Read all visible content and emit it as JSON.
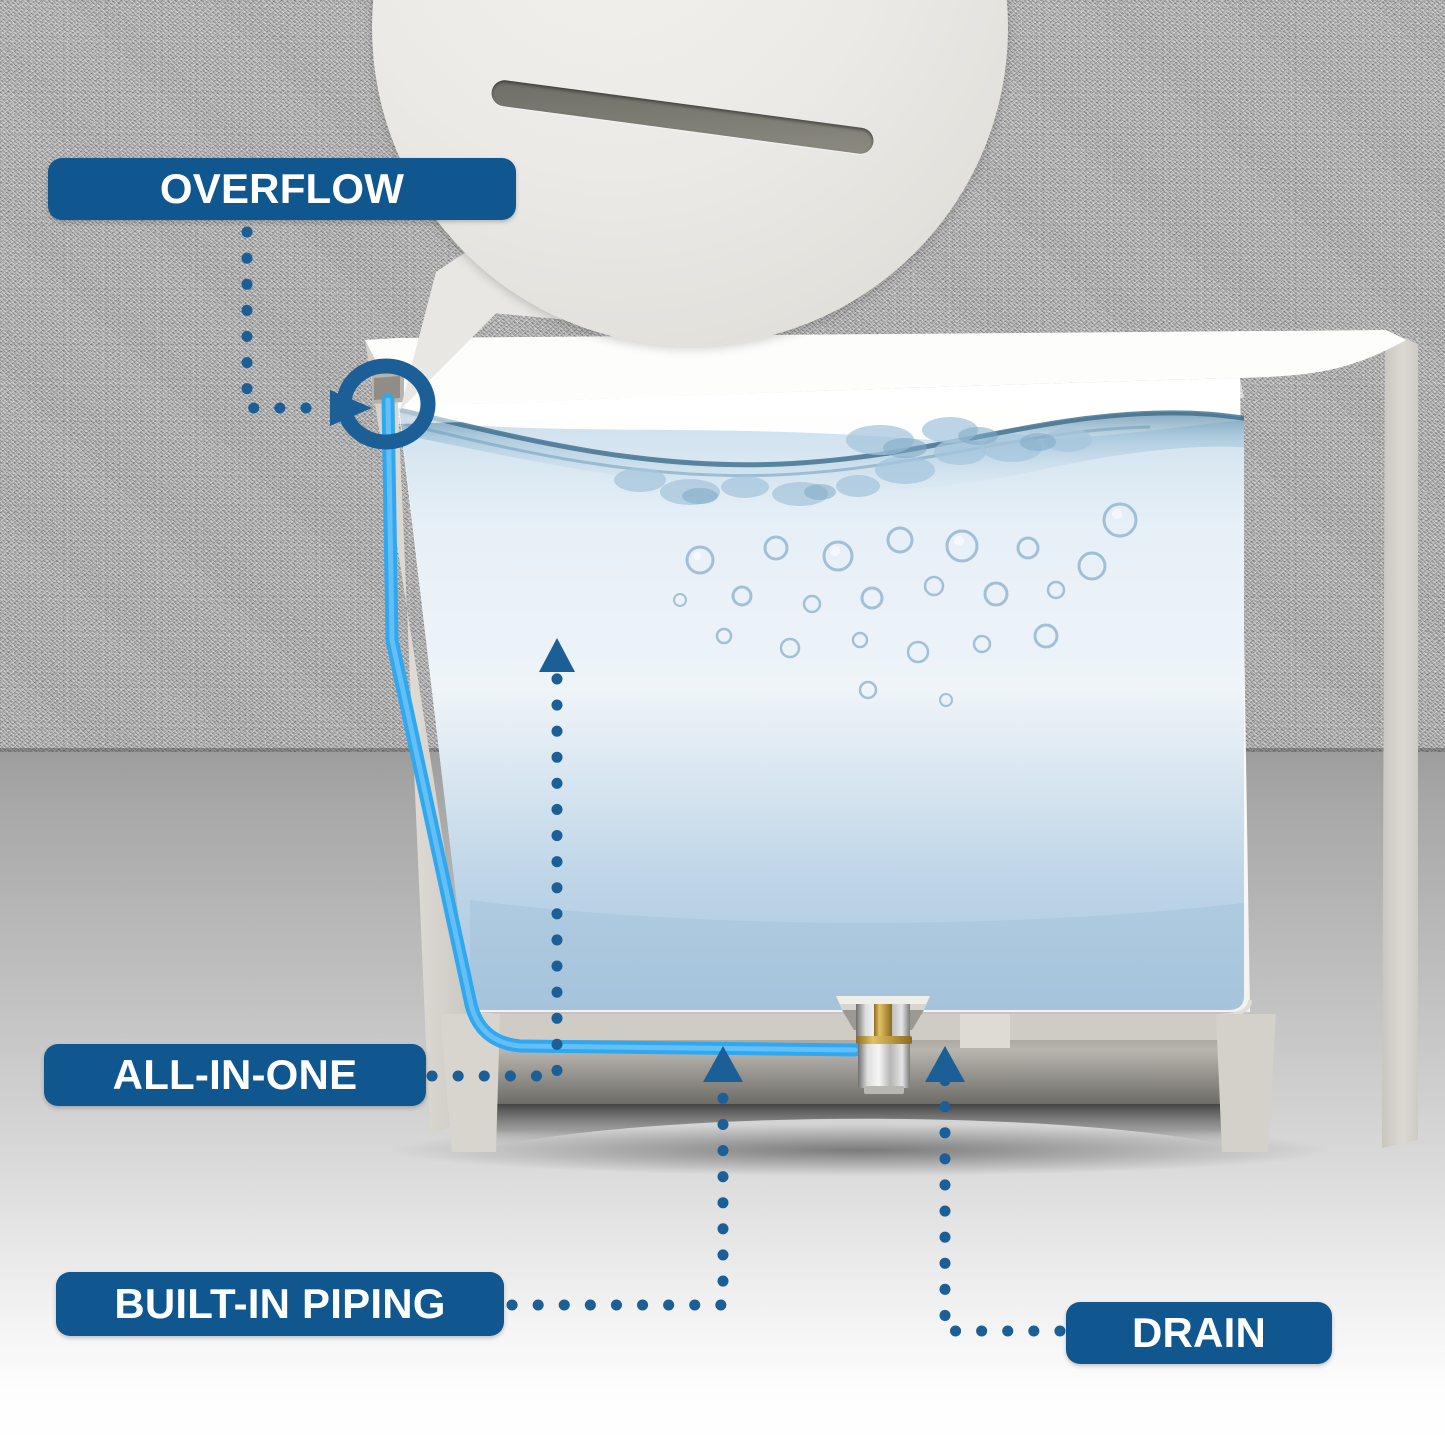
{
  "scene": {
    "title": "Bathtub cutaway feature diagram",
    "background": {
      "wall_color": "#a6a6a6",
      "floor_color": "#d2d2d2"
    }
  },
  "colors": {
    "label_blue": "#10568f",
    "leader_blue": "#1b5f96",
    "pipe_blue": "#2fa8f0",
    "tub_white": "#fbfbfa",
    "tub_edge": "#cfccc6",
    "water_blue": "#b9d2e6"
  },
  "callouts": [
    {
      "id": "overflow",
      "label": "OVERFLOW",
      "marker": "circle-highlight",
      "leader": "dotted-arrow-right",
      "target": "overflow-slot"
    },
    {
      "id": "all-in-one",
      "label": "ALL-IN-ONE",
      "marker": "arrow-up",
      "leader": "dotted-elbow",
      "target": "tub-body"
    },
    {
      "id": "built-in-piping",
      "label": "BUILT-IN PIPING",
      "marker": "arrow-up",
      "leader": "dotted-elbow",
      "target": "internal-pipe"
    },
    {
      "id": "drain",
      "label": "DRAIN",
      "marker": "arrow-up",
      "leader": "dotted-elbow",
      "target": "drain-assembly"
    }
  ],
  "bubble": {
    "type": "circular-zoom-callout",
    "content": "overflow-slot-closeup"
  },
  "parts": {
    "overflow_slot": "overflow-slot",
    "drain_assembly": "drain-assembly",
    "water": "water-fill",
    "pipe": "built-in-pipe-run"
  }
}
